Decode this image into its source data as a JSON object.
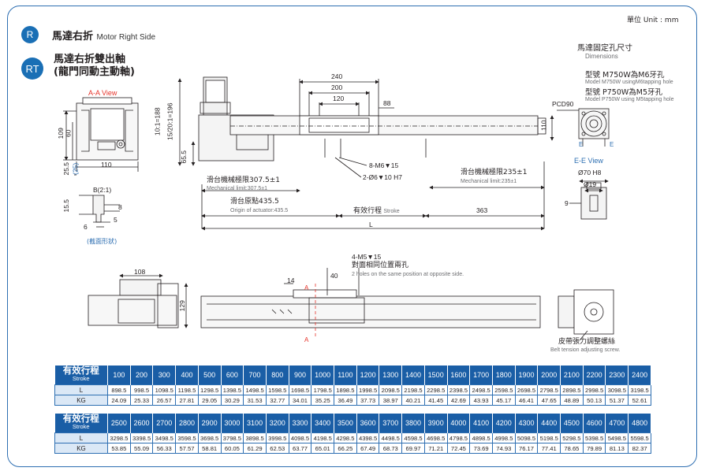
{
  "unit": "單位 Unit : mm",
  "section_r": {
    "badge": "R",
    "title_zh": "馬達右折",
    "title_en": "Motor Right Side"
  },
  "section_rt": {
    "badge": "RT",
    "title_line1": "馬達右折雙出軸",
    "title_line2": "(龍門同動主動軸)"
  },
  "motor_holes": {
    "title_zh": "馬達固定孔尺寸",
    "title_en": "Dimensions",
    "m750_zh": "型號 M750W為M6牙孔",
    "m750_en": "Model M750W usingM6tapping hole",
    "p750_zh": "型號 P750W為M5牙孔",
    "p750_en": "Model P750W using M5tapping hole",
    "pcd": "PCD90",
    "e_left": "E",
    "e_right": "E",
    "dim_110": "110"
  },
  "aa_view": {
    "title": "A-A View",
    "d109": "109",
    "d60": "60",
    "d110": "110",
    "d255": "25.5",
    "d25p": "(25)"
  },
  "b_detail": {
    "title": "B(2:1)",
    "d155": "15.5",
    "d8": "8",
    "d5": "5",
    "d6": "6",
    "caption": "(截面形狀)"
  },
  "ee_view": {
    "title": "E-E View",
    "d70": "Ø70 H8",
    "d19": "Ø19",
    "d9": "9"
  },
  "side_view": {
    "d240": "240",
    "d200": "200",
    "d120": "120",
    "d88": "88",
    "ratio1": "10:1=188",
    "ratio2": "15/20:1=196",
    "d655": "65.5",
    "m6": "8-M6▼15",
    "dowel": "2-Ø6▼10 H7",
    "mech_left_zh": "滑台機械極限307.5±1",
    "mech_left_en": "Mechanical limit:307.5±1",
    "mech_right_zh": "滑台機械極限235±1",
    "mech_right_en": "Mechanical limit:235±1",
    "origin_zh": "滑台原點435.5",
    "origin_en": "Origin of actuator:435.5",
    "stroke_zh": "有效行程",
    "stroke_en": "Stroke",
    "d363": "363",
    "L": "L",
    "d110": "110"
  },
  "top_view": {
    "d108": "108",
    "d129": "129",
    "d14": "14",
    "d40": "40",
    "m5": "4-M5▼15",
    "m5_zh": "對面相同位置兩孔",
    "m5_en": "2 holes on the same position at opposite side.",
    "a_top": "A",
    "a_bottom": "A",
    "belt_zh": "皮帶張力調整螺絲",
    "belt_en": "Belt tension adjusting screw."
  },
  "table1": {
    "head_zh": "有效行程",
    "head_en": "Stroke",
    "strokes": [
      "100",
      "200",
      "300",
      "400",
      "500",
      "600",
      "700",
      "800",
      "900",
      "1000",
      "1100",
      "1200",
      "1300",
      "1400",
      "1500",
      "1600",
      "1700",
      "1800",
      "1900",
      "2000",
      "2100",
      "2200",
      "2300",
      "2400"
    ],
    "L_label": "L",
    "L": [
      "898.5",
      "998.5",
      "1098.5",
      "1198.5",
      "1298.5",
      "1398.5",
      "1498.5",
      "1598.5",
      "1698.5",
      "1798.5",
      "1898.5",
      "1998.5",
      "2098.5",
      "2198.5",
      "2298.5",
      "2398.5",
      "2498.5",
      "2598.5",
      "2698.5",
      "2798.5",
      "2898.5",
      "2998.5",
      "3098.5",
      "3198.5"
    ],
    "KG_label": "KG",
    "KG": [
      "24.09",
      "25.33",
      "26.57",
      "27.81",
      "29.05",
      "30.29",
      "31.53",
      "32.77",
      "34.01",
      "35.25",
      "36.49",
      "37.73",
      "38.97",
      "40.21",
      "41.45",
      "42.69",
      "43.93",
      "45.17",
      "46.41",
      "47.65",
      "48.89",
      "50.13",
      "51.37",
      "52.61"
    ]
  },
  "table2": {
    "head_zh": "有效行程",
    "head_en": "Stroke",
    "strokes": [
      "2500",
      "2600",
      "2700",
      "2800",
      "2900",
      "3000",
      "3100",
      "3200",
      "3300",
      "3400",
      "3500",
      "3600",
      "3700",
      "3800",
      "3900",
      "4000",
      "4100",
      "4200",
      "4300",
      "4400",
      "4500",
      "4600",
      "4700",
      "4800"
    ],
    "L_label": "L",
    "L": [
      "3298.5",
      "3398.5",
      "3498.5",
      "3598.5",
      "3698.5",
      "3798.5",
      "3898.5",
      "3998.5",
      "4098.5",
      "4198.5",
      "4298.5",
      "4398.5",
      "4498.5",
      "4598.5",
      "4698.5",
      "4798.5",
      "4898.5",
      "4998.5",
      "5098.5",
      "5198.5",
      "5298.5",
      "5398.5",
      "5498.5",
      "5598.5"
    ],
    "KG_label": "KG",
    "KG": [
      "53.85",
      "55.09",
      "56.33",
      "57.57",
      "58.81",
      "60.05",
      "61.29",
      "62.53",
      "63.77",
      "65.01",
      "66.25",
      "67.49",
      "68.73",
      "69.97",
      "71.21",
      "72.45",
      "73.69",
      "74.93",
      "76.17",
      "77.41",
      "78.65",
      "79.89",
      "81.13",
      "82.37"
    ]
  },
  "colors": {
    "accent": "#1a6fb5",
    "frame": "#2e6fb2",
    "red": "#e6332a",
    "header": "#1a5ea6"
  }
}
